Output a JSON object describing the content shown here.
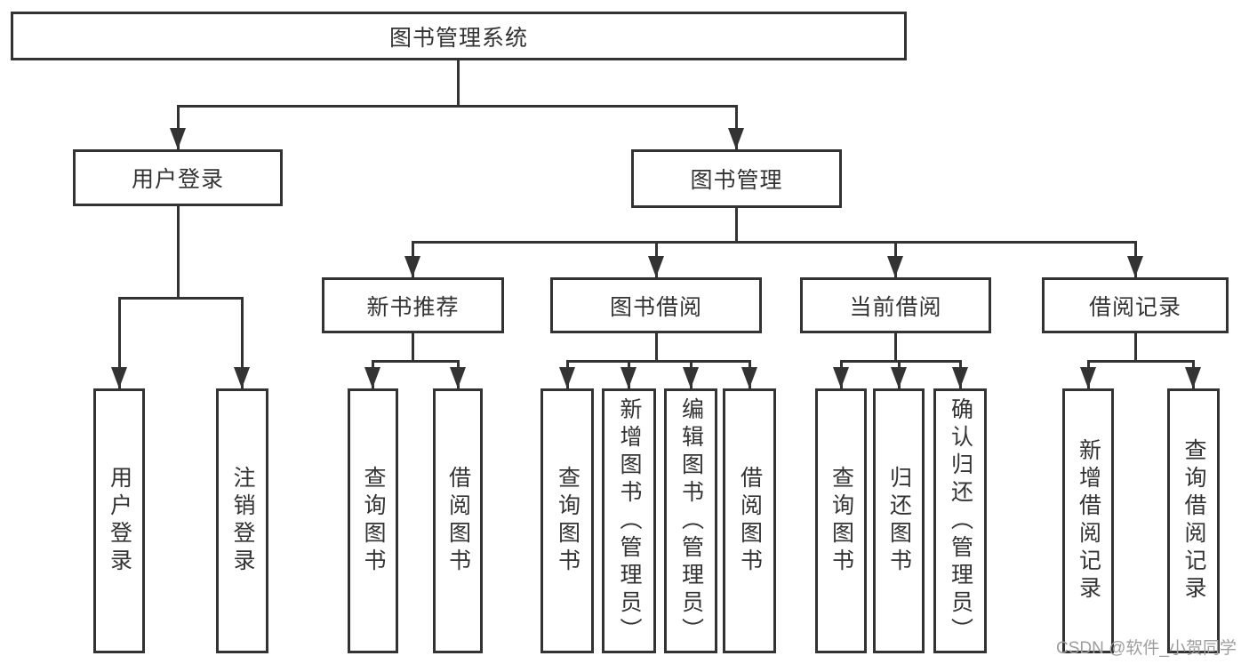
{
  "colors": {
    "line": "#333333",
    "text": "#333333",
    "background": "#ffffff",
    "watermark": "#9e9e9e"
  },
  "watermark": {
    "text": "CSDN @软件_小贺同学"
  },
  "tree": {
    "root": {
      "label": "图书管理系统"
    },
    "children": [
      {
        "label": "用户登录",
        "children": [
          {
            "label": "用户登录"
          },
          {
            "label": "注销登录"
          }
        ]
      },
      {
        "label": "图书管理",
        "children": [
          {
            "label": "新书推荐",
            "children": [
              {
                "label": "查询图书"
              },
              {
                "label": "借阅图书"
              }
            ]
          },
          {
            "label": "图书借阅",
            "children": [
              {
                "label": "查询图书"
              },
              {
                "label": "新增图书（管理员）"
              },
              {
                "label": "编辑图书（管理员）"
              },
              {
                "label": "借阅图书"
              }
            ]
          },
          {
            "label": "当前借阅",
            "children": [
              {
                "label": "查询图书"
              },
              {
                "label": "归还图书"
              },
              {
                "label": "确认归还（管理员）"
              }
            ]
          },
          {
            "label": "借阅记录",
            "children": [
              {
                "label": "新增借阅记录"
              },
              {
                "label": "查询借阅记录"
              }
            ]
          }
        ]
      }
    ]
  }
}
